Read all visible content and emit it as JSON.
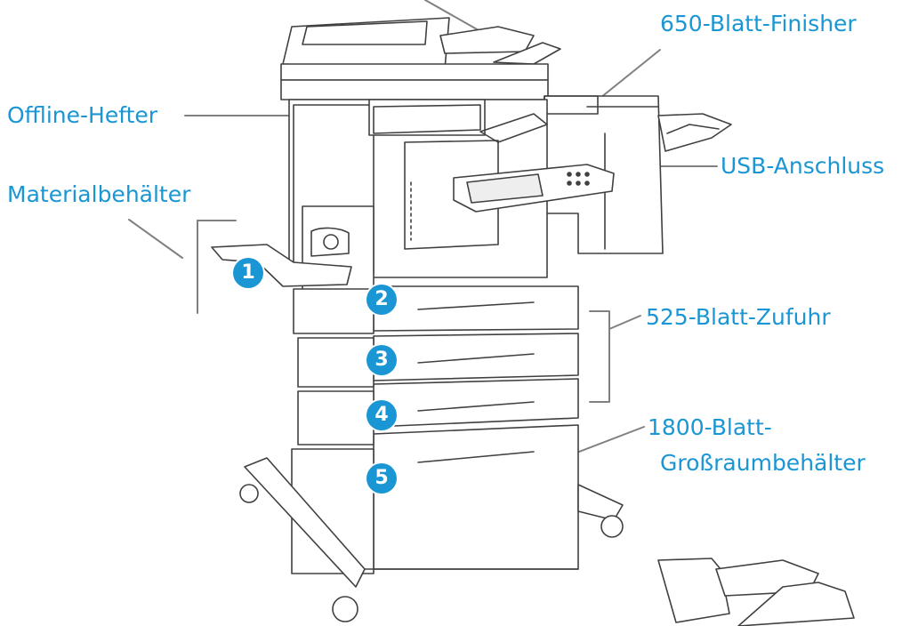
{
  "labels": {
    "offline_stapler": "Offline-Hefter",
    "finisher": "650-Blatt-Finisher",
    "usb_port": "USB-Anschluss",
    "bypass_tray": "Materialbehälter",
    "tray_feeder": "525-Blatt-Zufuhr",
    "hcf_line1": "1800-Blatt-",
    "hcf_line2": "Großraumbehälter"
  },
  "badges": [
    "1",
    "2",
    "3",
    "4",
    "5"
  ],
  "colors": {
    "accent": "#1a96d4",
    "line": "#404040",
    "leader": "#808080"
  }
}
